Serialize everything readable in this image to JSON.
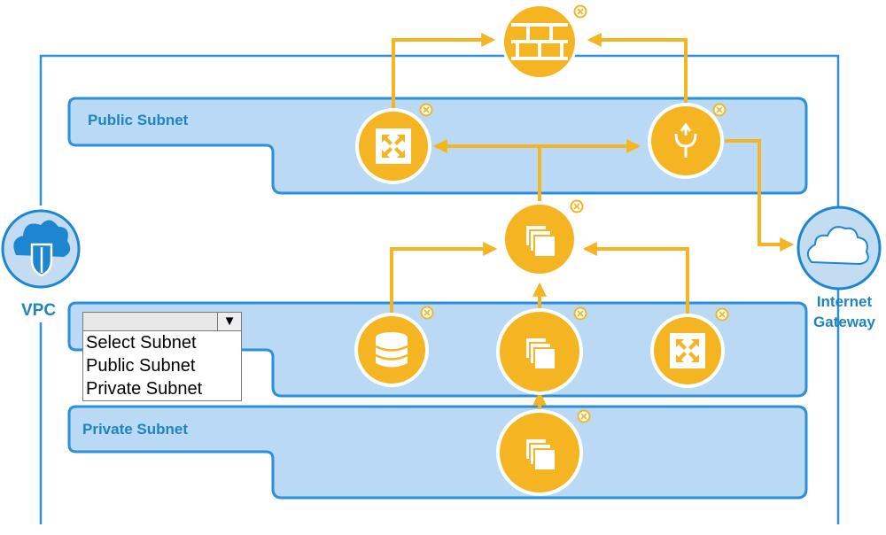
{
  "labels": {
    "vpc": "VPC",
    "public_subnet": "Public Subnet",
    "private_subnet": "Private Subnet",
    "internet_gateway_line1": "Internet",
    "internet_gateway_line2": "Gateway"
  },
  "subnet_dropdown": {
    "selected": "",
    "options": [
      "Select Subnet",
      "Public Subnet",
      "Private Subnet"
    ]
  },
  "colors": {
    "connector": "#f5b422",
    "node_fill": "#f5b422",
    "node_ring": "#ffffff",
    "subnet_fill": "#b9d9f5",
    "subnet_border": "#2d8fd9",
    "vpc_border": "#2d8fd9",
    "label_text": "#1f84bf"
  },
  "nodes": [
    {
      "id": "firewall",
      "icon": "firewall-icon"
    },
    {
      "id": "router-public",
      "icon": "router-icon"
    },
    {
      "id": "nat-gateway",
      "icon": "nat-gateway-icon"
    },
    {
      "id": "instances-center",
      "icon": "instances-icon"
    },
    {
      "id": "database",
      "icon": "database-icon"
    },
    {
      "id": "instances-middle",
      "icon": "instances-icon"
    },
    {
      "id": "router-middle",
      "icon": "router-icon"
    },
    {
      "id": "instances-private",
      "icon": "instances-icon"
    },
    {
      "id": "vpc-cloud",
      "icon": "vpc-cloud-shield-icon"
    },
    {
      "id": "internet-gateway",
      "icon": "internet-gateway-cloud-icon"
    }
  ]
}
